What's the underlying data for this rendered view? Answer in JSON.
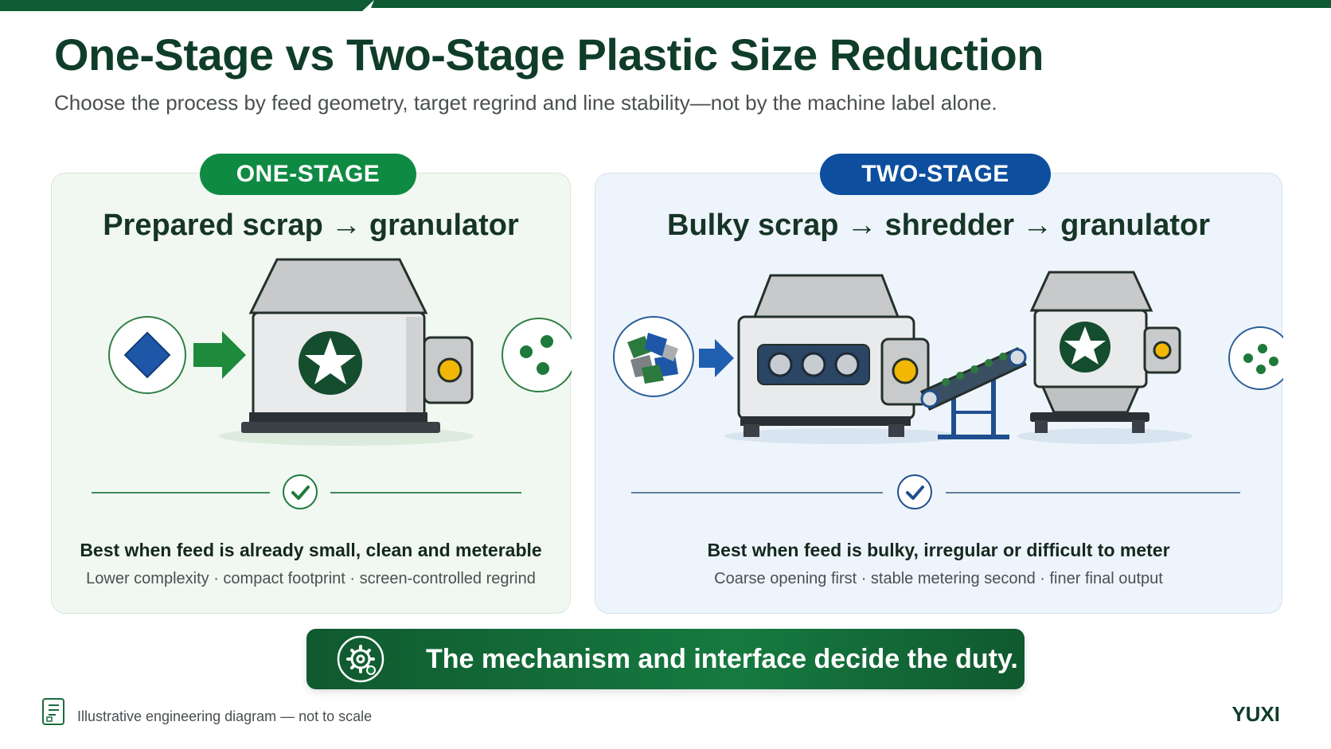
{
  "header": {
    "title": "One-Stage vs Two-Stage Plastic Size Reduction",
    "subtitle": "Choose the process by feed geometry, target regrind and line stability—not by the machine label alone."
  },
  "one_stage": {
    "badge": "ONE-STAGE",
    "flow": [
      "Prepared scrap",
      "granulator"
    ],
    "best_when": "Best when feed is already small, clean and meterable",
    "details": "Lower complexity · compact footprint · screen-controlled regrind",
    "accent_color": "#0f8a43"
  },
  "two_stage": {
    "badge": "TWO-STAGE",
    "flow": [
      "Bulky scrap",
      "shredder",
      "granulator"
    ],
    "best_when": "Best when feed is bulky, irregular or difficult to meter",
    "details": "Coarse opening first · stable metering second · finer final output",
    "accent_color": "#0d4f9e"
  },
  "flow_arrow": "→",
  "banner": {
    "text": "The mechanism and interface decide the duty.",
    "icon": "gear-icon"
  },
  "footer": {
    "note": "Illustrative engineering diagram — not to scale",
    "brand": "YUXI",
    "icon": "document-icon"
  },
  "colors": {
    "dark_green": "#0f3d2a",
    "brand_green": "#0f8a43",
    "brand_blue": "#0d4f9e"
  }
}
